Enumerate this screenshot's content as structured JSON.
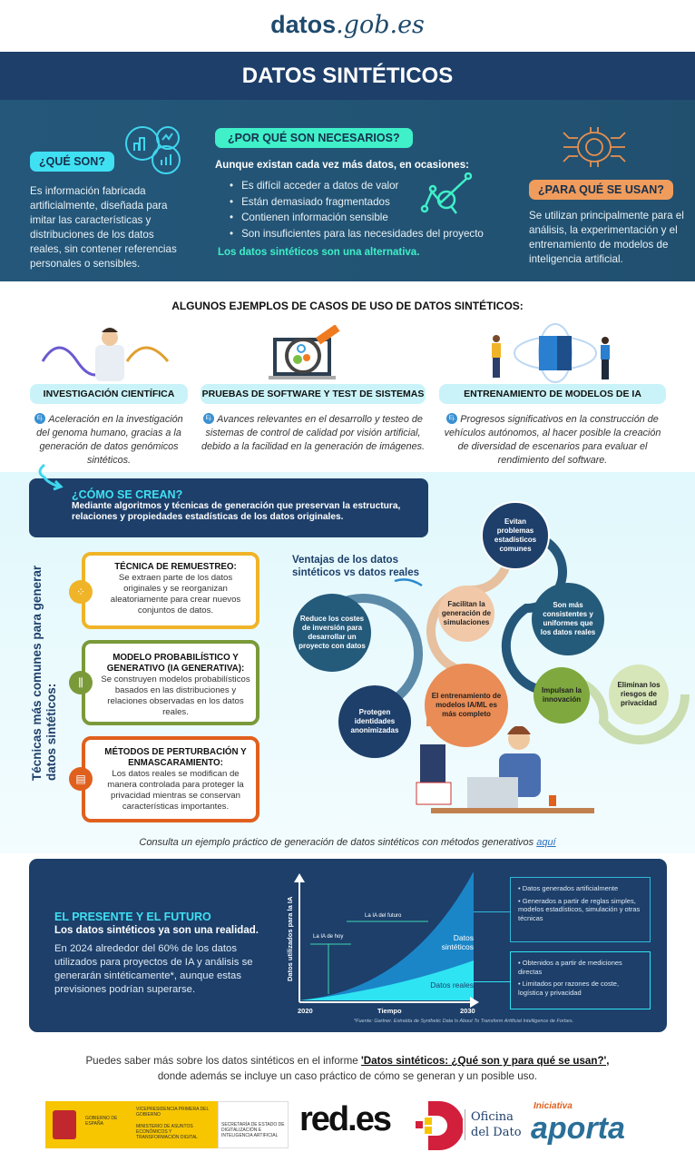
{
  "header": {
    "logo_main": "datos",
    "logo_dom": ".gob.es",
    "title": "DATOS SINTÉTICOS"
  },
  "que_son": {
    "label": "¿QUÉ SON?",
    "text": "Es información fabricada artificialmente, diseñada para imitar las características y distribuciones de los datos reales, sin contener referencias personales o sensibles."
  },
  "por_que": {
    "label": "¿POR QUÉ SON NECESARIOS?",
    "lead": "Aunque existan cada vez más datos, en ocasiones:",
    "items": [
      "Es difícil acceder a datos de valor",
      "Están demasiado fragmentados",
      "Contienen información sensible",
      "Son insuficientes para las necesidades del proyecto"
    ],
    "conclusion": "Los datos sintéticos son una alternativa."
  },
  "para_que": {
    "label": "¿PARA QUÉ SE USAN?",
    "text": "Se utilizan principalmente para el análisis, la experimentación y el entrenamiento de modelos de inteligencia artificial."
  },
  "use_cases": {
    "heading": "ALGUNOS EJEMPLOS DE CASOS DE USO DE DATOS SINTÉTICOS:",
    "ej": "Ej.",
    "items": [
      {
        "label": "INVESTIGACIÓN CIENTÍFICA",
        "text": "Aceleración en la investigación del genoma humano, gracias a la generación de datos genómicos sintéticos."
      },
      {
        "label": "PRUEBAS DE SOFTWARE Y TEST DE SISTEMAS",
        "text": "Avances relevantes en el desarrollo y testeo de sistemas de control de calidad por visión artificial, debido a la facilidad en la generación de imágenes."
      },
      {
        "label": "ENTRENAMIENTO DE MODELOS DE IA",
        "text": "Progresos significativos en la construcción de vehículos autónomos, al hacer posible la creación de diversidad de escenarios para evaluar el rendimiento del software."
      }
    ]
  },
  "como": {
    "label": "¿CÓMO SE CREAN?",
    "text": "Mediante algoritmos y técnicas de generación que preservan la estructura, relaciones y propiedades estadísticas de los datos originales."
  },
  "tecnicas": {
    "vertical_title": "Técnicas más comunes para generar datos sintéticos:",
    "items": [
      {
        "title": "TÉCNICA DE REMUESTREO:",
        "text": "Se extraen parte de los datos originales y se reorganizan aleatoriamente para crear nuevos conjuntos de datos.",
        "color": "#f0b429"
      },
      {
        "title": "MODELO PROBABILÍSTICO Y GENERATIVO (IA GENERATIVA):",
        "text": "Se construyen modelos probabilísticos basados en las distribuciones y relaciones observadas en los datos reales.",
        "color": "#7a9a3a"
      },
      {
        "title": "MÉTODOS DE PERTURBACIÓN Y ENMASCARAMIENTO:",
        "text": "Los datos reales se modifican de manera controlada para proteger la privacidad mientras se conservan características importantes.",
        "color": "#e0601e"
      }
    ]
  },
  "ventajas": {
    "title": "Ventajas de los datos sintéticos vs datos reales",
    "items": [
      "Reduce los costes de inversión para desarrollar un proyecto con datos",
      "Protegen identidades anonimizadas",
      "Evitan problemas estadísticos comunes",
      "Facilitan la generación de simulaciones",
      "El entrenamiento de modelos IA/ML es más completo",
      "Son más consistentes y uniformes que los datos reales",
      "Impulsan la innovación",
      "Eliminan los riesgos de privacidad"
    ]
  },
  "consulta": {
    "text": "Consulta un ejemplo práctico de generación de datos sintéticos con métodos generativos",
    "link": "aquí"
  },
  "presente": {
    "label": "EL PRESENTE Y EL FUTURO",
    "subtitle": "Los datos sintéticos ya son una realidad.",
    "text": "En 2024 alrededor del 60% de los datos utilizados para proyectos de IA y análisis se generarán sintéticamente*, aunque estas previsiones podrían superarse.",
    "source": "*Fuente: Gartner. Extraída de Synthetic Data Is About To Transform Artificial Intelligence de Forbes."
  },
  "chart_data": {
    "type": "area",
    "ylabel": "Datos utilizados para la IA",
    "xlabel": "Tiempo",
    "x_ticks": [
      "2020",
      "2030"
    ],
    "annotations": [
      "La IA de hoy",
      "La IA del futuro"
    ],
    "series": [
      {
        "name": "Datos sintéticos",
        "color": "#1a86c8"
      },
      {
        "name": "Datos reales",
        "color": "#2fe4f2"
      }
    ],
    "synth_notes": [
      "Datos generados artificialmente",
      "Generados a partir de reglas simples, modelos estadísticos, simulación y otras técnicas"
    ],
    "real_notes": [
      "Obtenidos a partir de mediciones directas",
      "Limitados por razones de coste, logística y privacidad"
    ]
  },
  "footer": {
    "text1": "Puedes saber más sobre los datos sintéticos en el informe",
    "report": "'Datos sintéticos: ¿Qué son y para qué se usan?',",
    "text2": "donde además se incluye un caso práctico de cómo se generan y un posible uso.",
    "logos": {
      "gob": "GOBIERNO DE ESPAÑA",
      "vice": "VICEPRESIDENCIA PRIMERA DEL GOBIERNO",
      "min": "MINISTERIO DE ASUNTOS ECONÓMICOS Y TRANSFORMACIÓN DIGITAL",
      "sec": "SECRETARÍA DE ESTADO DE DIGITALIZACIÓN E INTELIGENCIA ARTIFICIAL",
      "red": "red.es",
      "oficina1": "Oficina",
      "oficina2": "del Dato",
      "iniciativa": "Iniciativa",
      "aporta": "aporta"
    }
  }
}
